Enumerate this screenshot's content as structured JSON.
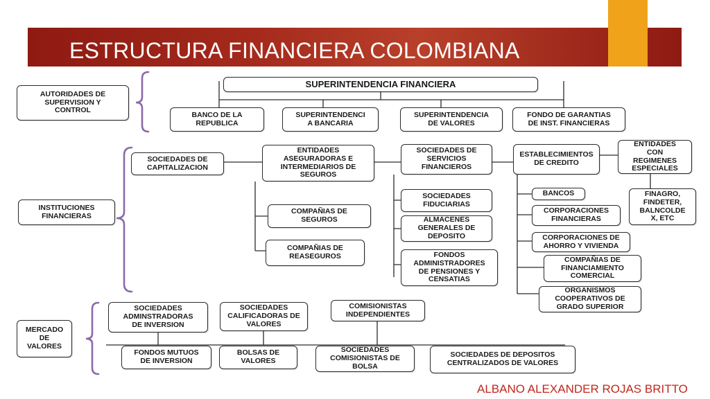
{
  "title": "ESTRUCTURA FINANCIERA COLOMBIANA",
  "author": "ALBANO ALEXANDER ROJAS BRITTO",
  "colors": {
    "title_bar": "#a52a1c",
    "accent": "#f0a21a",
    "brace": "#8a6aa8",
    "author": "#c0271c"
  },
  "nodes": {
    "autoridades": "AUTORIDADES DE\nSUPERVISION Y\nCONTROL",
    "superfinanciera": "SUPERINTENDENCIA FINANCIERA",
    "banco_republica": "BANCO DE LA\nREPUBLICA",
    "super_bancaria": "SUPERINTENDENCI\nA BANCARIA",
    "super_valores": "SUPERINTENDENCIA\nDE VALORES",
    "fogafin": "FONDO DE GARANTIAS\nDE INST. FINANCIERAS",
    "instituciones": "INSTITUCIONES\nFINANCIERAS",
    "soc_capitalizacion": "SOCIEDADES DE\nCAPITALIZACION",
    "aseguradoras": "ENTIDADES\nASEGURADORAS E\nINTERMEDIARIOS DE\nSEGUROS",
    "cias_seguros": "COMPAÑIAS DE\nSEGUROS",
    "cias_reaseguros": "COMPAÑIAS DE\nREASEGUROS",
    "soc_servicios": "SOCIEDADES DE\nSERVICIOS\nFINANCIEROS",
    "fiduciarias": "SOCIEDADES\nFIDUCIARIAS",
    "almacenes": "ALMACENES\nGENERALES DE\nDEPOSITO",
    "fondos_pensiones": "FONDOS\nADMINISTRADORES\nDE PENSIONES Y\nCENSATIAS",
    "establecimientos": "ESTABLECIMIENTOS\nDE CREDITO",
    "bancos": "BANCOS",
    "corp_financieras": "CORPORACIONES\nFINANCIERAS",
    "corp_ahorro": "CORPORACIONES DE\nAHORRO Y VIVIENDA",
    "cias_financiamiento": "COMPAÑIAS DE\nFINANCIAMIENTO\nCOMERCIAL",
    "organismos": "ORGANISMOS\nCOOPERATIVOS DE\nGRADO SUPERIOR",
    "regimenes": "ENTIDADES\nCON\nREGIMENES\nESPECIALES",
    "finagro": "FINAGRO,\nFINDETER,\nBALNCOLDE\nX, ETC",
    "mercado": "MERCADO\nDE\nVALORES",
    "soc_adm_inversion": "SOCIEDADES\nADMINSTRADORAS\nDE INVERSION",
    "soc_calificadoras": "SOCIEDADES\nCALIFICADORAS DE\nVALORES",
    "comisionistas_ind": "COMISIONISTAS\nINDEPENDIENTES",
    "fondos_mutuos": "FONDOS MUTUOS\nDE INVERSION",
    "bolsas": "BOLSAS DE\nVALORES",
    "soc_comisionistas": "SOCIEDADES\nCOMISIONISTAS DE\nBOLSA",
    "soc_depositos": "SOCIEDADES DE DEPOSITOS\nCENTRALIZADOS DE VALORES"
  }
}
